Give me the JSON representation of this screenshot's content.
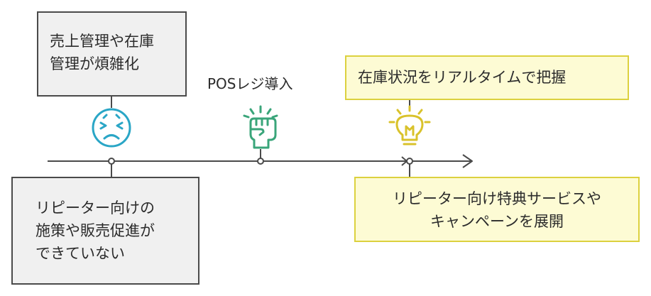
{
  "boxes": {
    "problem_management": {
      "line1": "売上管理や在庫",
      "line2": "管理が煩雑化"
    },
    "problem_marketing": {
      "line1": "リピーター向けの",
      "line2": "施策や販売促進が",
      "line3": "できていない"
    },
    "result_inventory": {
      "text": "在庫状況をリアルタイムで把握"
    },
    "result_campaign": {
      "line1": "リピーター向け特典サービスや",
      "line2": "キャンペーンを展開"
    }
  },
  "milestone": {
    "label": "POSレジ導入"
  },
  "icons": [
    "stressed-face-icon",
    "raised-fist-icon",
    "lightbulb-icon"
  ],
  "colors": {
    "problem": "#2aa6c6",
    "action": "#3aa57a",
    "result": "#d9c22b",
    "line": "#4a4a4a"
  }
}
